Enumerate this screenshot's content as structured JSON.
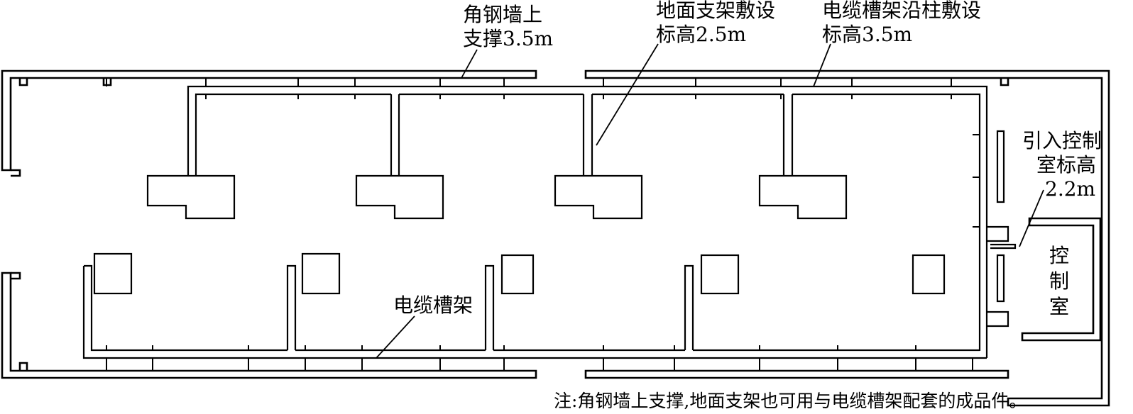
{
  "labels": {
    "angle_steel_line1": "角钢墙上",
    "angle_steel_line2": "支撑3.5m",
    "floor_support_line1": "地面支架敷设",
    "floor_support_line2": "标高2.5m",
    "column_line1": "电缆槽架沿柱敷设",
    "column_line2": "标高3.5m",
    "intro_line1": "引入控制",
    "intro_line2": "室标高",
    "intro_line3": "2.2m",
    "control_room_1": "控",
    "control_room_2": "制",
    "control_room_3": "室",
    "cable_tray": "电缆槽架"
  },
  "note": "注:角钢墙上支撑,地面支架也可用与电缆槽架配套的成品件。"
}
